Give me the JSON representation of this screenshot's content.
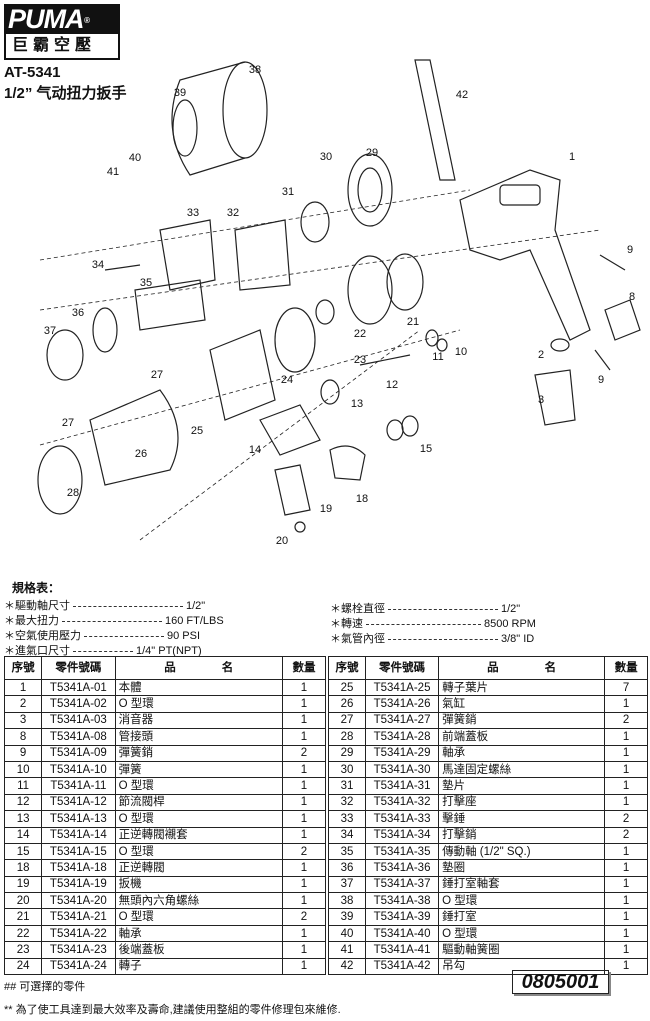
{
  "logo": {
    "brand": "PUMA",
    "sub": "巨霸空壓"
  },
  "header": {
    "model": "AT-5341",
    "title": "1/2” 气动扭力扳手"
  },
  "diagram": {
    "callouts": [
      "38",
      "39",
      "42",
      "1",
      "40",
      "41",
      "30",
      "29",
      "31",
      "33",
      "32",
      "9",
      "34",
      "35",
      "8",
      "36",
      "22",
      "21",
      "37",
      "10",
      "11",
      "2",
      "23",
      "9",
      "27",
      "24",
      "12",
      "3",
      "13",
      "25",
      "27",
      "15",
      "14",
      "26",
      "28",
      "18",
      "19",
      "20"
    ]
  },
  "specs": {
    "title": "規格表：",
    "left": [
      {
        "label": "＊驅動軸尺寸",
        "value": "1/2\""
      },
      {
        "label": "＊最大扭力",
        "value": "160 FT/LBS"
      },
      {
        "label": "＊空氣使用壓力",
        "value": "90 PSI"
      },
      {
        "label": "＊進氣口尺寸",
        "value": "1/4\" PT(NPT)"
      }
    ],
    "right": [
      {
        "label": "＊螺栓直徑",
        "value": "1/2\""
      },
      {
        "label": "＊轉速",
        "value": "8500 RPM"
      },
      {
        "label": "＊氣管內徑",
        "value": "3/8\" ID"
      }
    ]
  },
  "table": {
    "headers": [
      "序號",
      "零件號碼",
      "品　　　　名",
      "數量"
    ],
    "left": [
      [
        "1",
        "T5341A-01",
        "本體",
        "1"
      ],
      [
        "2",
        "T5341A-02",
        "O 型環",
        "1"
      ],
      [
        "3",
        "T5341A-03",
        "消音器",
        "1"
      ],
      [
        "8",
        "T5341A-08",
        "管接頭",
        "1"
      ],
      [
        "9",
        "T5341A-09",
        "彈簧銷",
        "2"
      ],
      [
        "10",
        "T5341A-10",
        "彈簧",
        "1"
      ],
      [
        "11",
        "T5341A-11",
        "O 型環",
        "1"
      ],
      [
        "12",
        "T5341A-12",
        "節流閥桿",
        "1"
      ],
      [
        "13",
        "T5341A-13",
        "O 型環",
        "1"
      ],
      [
        "14",
        "T5341A-14",
        "正逆轉閥襯套",
        "1"
      ],
      [
        "15",
        "T5341A-15",
        "O 型環",
        "2"
      ],
      [
        "18",
        "T5341A-18",
        "正逆轉閥",
        "1"
      ],
      [
        "19",
        "T5341A-19",
        "扳機",
        "1"
      ],
      [
        "20",
        "T5341A-20",
        "無頭內六角螺絲",
        "1"
      ],
      [
        "21",
        "T5341A-21",
        "O 型環",
        "2"
      ],
      [
        "22",
        "T5341A-22",
        "軸承",
        "1"
      ],
      [
        "23",
        "T5341A-23",
        "後端蓋板",
        "1"
      ],
      [
        "24",
        "T5341A-24",
        "轉子",
        "1"
      ]
    ],
    "right": [
      [
        "25",
        "T5341A-25",
        "轉子葉片",
        "7"
      ],
      [
        "26",
        "T5341A-26",
        "氣缸",
        "1"
      ],
      [
        "27",
        "T5341A-27",
        "彈簧銷",
        "2"
      ],
      [
        "28",
        "T5341A-28",
        "前端蓋板",
        "1"
      ],
      [
        "29",
        "T5341A-29",
        "軸承",
        "1"
      ],
      [
        "30",
        "T5341A-30",
        "馬達固定螺絲",
        "1"
      ],
      [
        "31",
        "T5341A-31",
        "墊片",
        "1"
      ],
      [
        "32",
        "T5341A-32",
        "打擊座",
        "1"
      ],
      [
        "33",
        "T5341A-33",
        "擊錘",
        "2"
      ],
      [
        "34",
        "T5341A-34",
        "打擊銷",
        "2"
      ],
      [
        "35",
        "T5341A-35",
        "傳動軸 (1/2\" SQ.)",
        "1"
      ],
      [
        "36",
        "T5341A-36",
        "墊圈",
        "1"
      ],
      [
        "37",
        "T5341A-37",
        "錘打室軸套",
        "1"
      ],
      [
        "38",
        "T5341A-38",
        "O 型環",
        "1"
      ],
      [
        "39",
        "T5341A-39",
        "錘打室",
        "1"
      ],
      [
        "40",
        "T5341A-40",
        "O 型環",
        "1"
      ],
      [
        "41",
        "T5341A-41",
        "驅動軸簧圈",
        "1"
      ],
      [
        "42",
        "T5341A-42",
        "吊勾",
        "1"
      ]
    ]
  },
  "footer": {
    "note1": "## 可選擇的零件",
    "note2": "** 為了使工具達到最大效率及壽命,建議使用整組的零件修理包來維修.",
    "code": "0805001"
  }
}
